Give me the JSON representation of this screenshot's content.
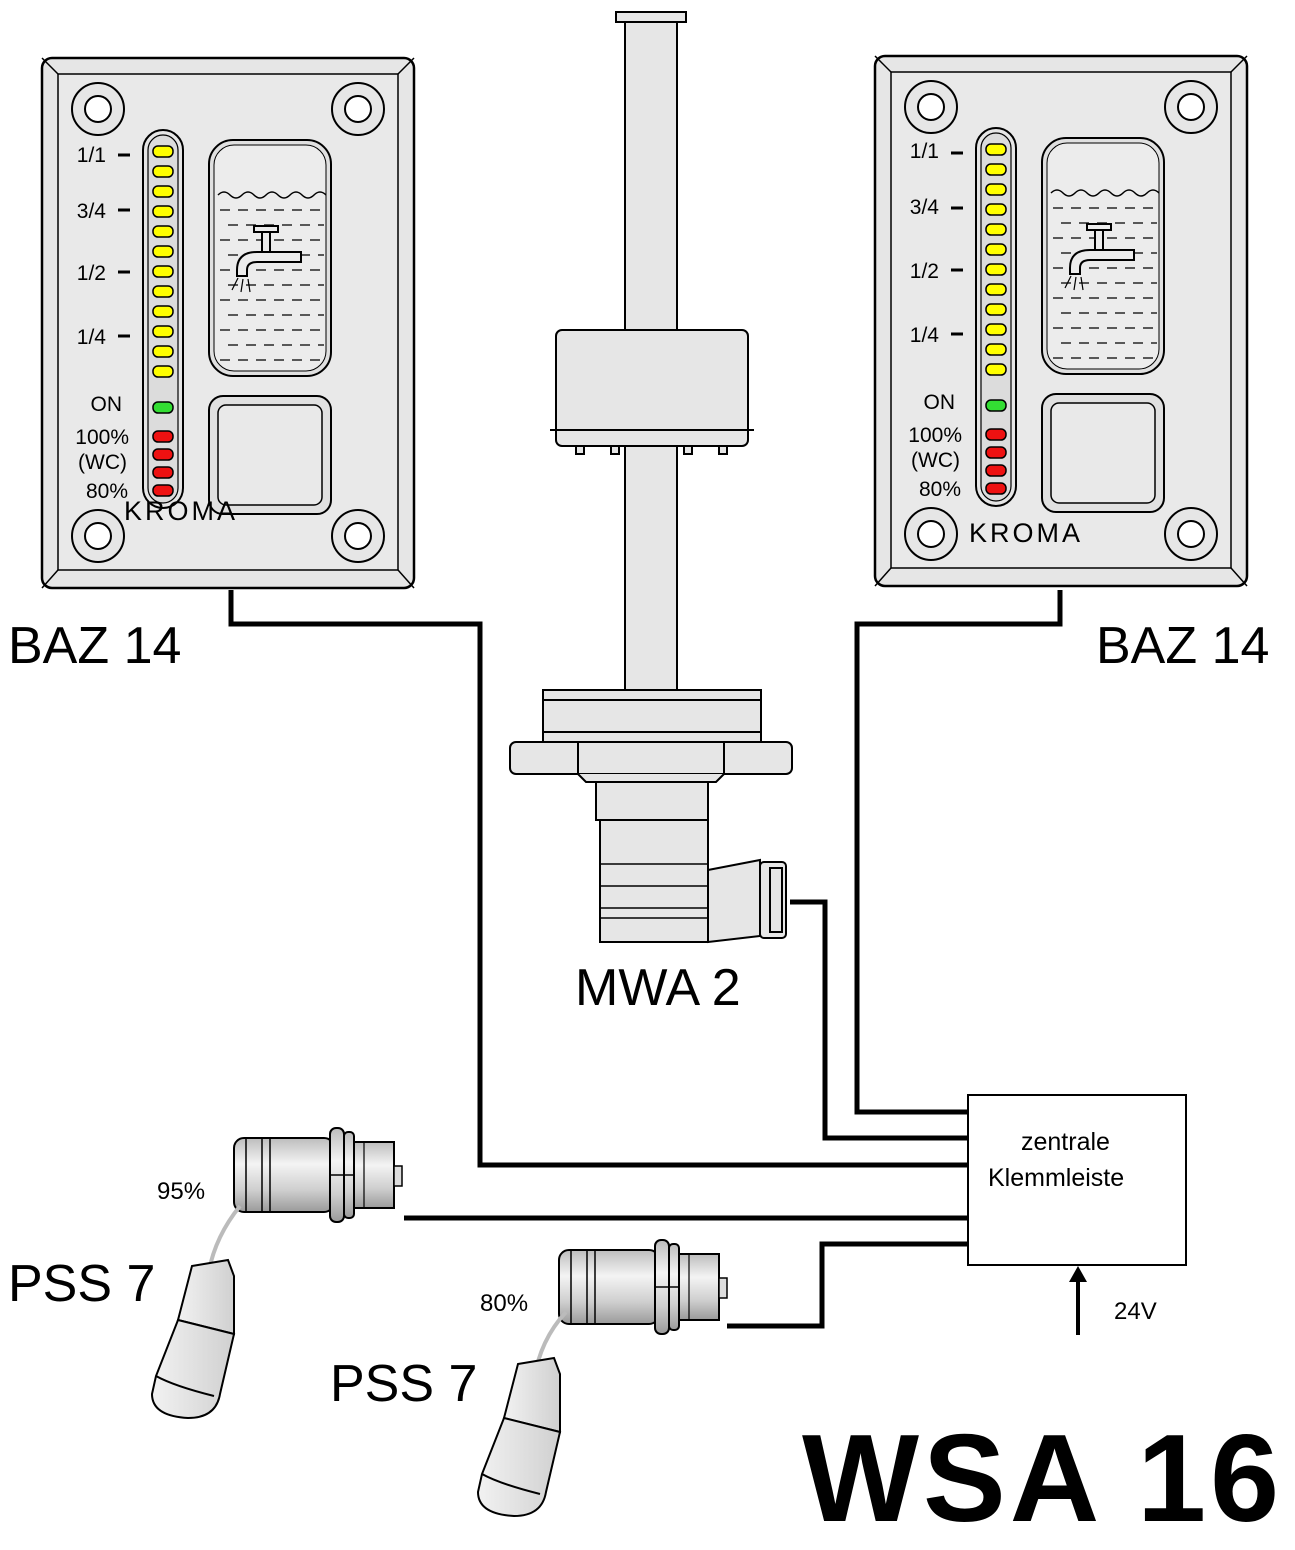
{
  "title": "WSA 16",
  "panels": [
    {
      "name": "BAZ 14",
      "brand": "KROMA",
      "scale": [
        "1/1",
        "3/4",
        "1/2",
        "1/4",
        "ON",
        "100%",
        "(WC)",
        "80%"
      ]
    },
    {
      "name": "BAZ 14",
      "brand": "KROMA",
      "scale": [
        "1/1",
        "3/4",
        "1/2",
        "1/4",
        "ON",
        "100%",
        "(WC)",
        "80%"
      ]
    }
  ],
  "sender": {
    "name": "MWA 2"
  },
  "switches": [
    {
      "name": "PSS 7",
      "level": "95%"
    },
    {
      "name": "PSS 7",
      "level": "80%"
    }
  ],
  "terminal": {
    "line1": "zentrale",
    "line2": "Klemmleiste"
  },
  "supply": {
    "voltage": "24V"
  },
  "colors": {
    "led_yellow": "#ffff00",
    "led_green": "#33dd33",
    "led_red": "#ee1111",
    "panel": "#e8e8e8",
    "wire": "#000000"
  }
}
